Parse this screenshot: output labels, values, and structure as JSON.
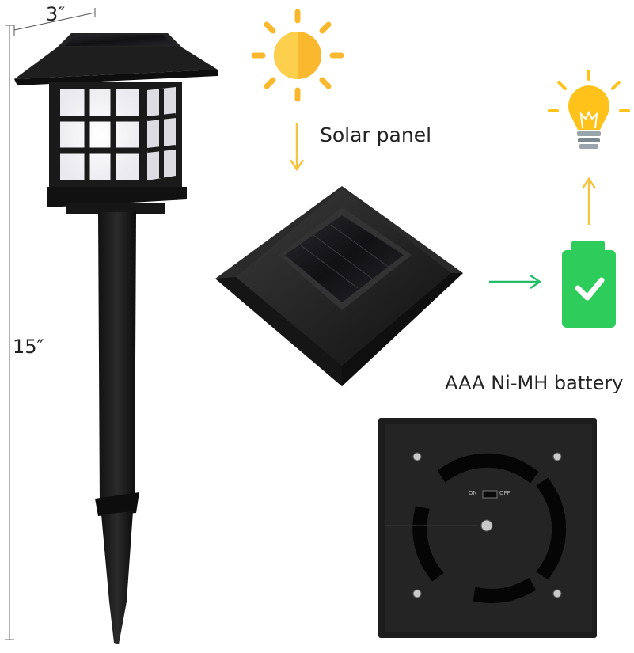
{
  "dimensions": {
    "width_label": "3″",
    "height_label": "15″"
  },
  "labels": {
    "solar_panel": "Solar panel",
    "battery": "AAA Ni-MH battery"
  },
  "switch": {
    "on": "ON",
    "off": "OFF"
  },
  "colors": {
    "sun": "#F9B82E",
    "arrow_yellow": "#F4C542",
    "arrow_green": "#22BE6A",
    "battery": "#2ECC5A",
    "bulb": "#FFC21A",
    "product": "#1c1c1c"
  },
  "icons": {
    "sun": "sun-icon",
    "bulb": "light-bulb-icon",
    "battery": "battery-check-icon"
  }
}
